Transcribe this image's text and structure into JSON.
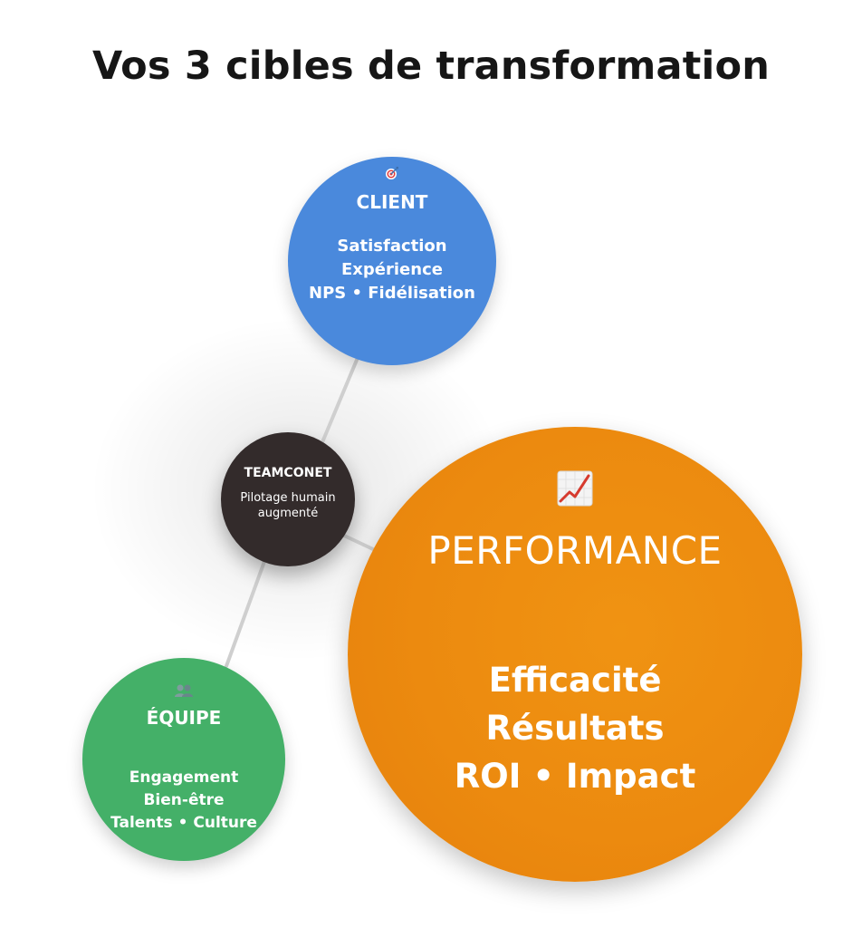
{
  "title": "Vos 3 cibles de transformation",
  "colors": {
    "client": "#4a89dc",
    "equipe": "#44b068",
    "center": "#332b2b",
    "performance": "#ec8a0f",
    "connector": "#cccccc",
    "title": "#161616"
  },
  "client": {
    "icon": "target-icon",
    "label": "CLIENT",
    "lines": [
      "Satisfaction",
      "Expérience",
      "NPS • Fidélisation"
    ]
  },
  "center": {
    "label": "TEAMCONET",
    "lines": [
      "Pilotage humain",
      "augmenté"
    ]
  },
  "performance": {
    "icon": "chart-increasing-icon",
    "label": "PERFORMANCE",
    "lines": [
      "Efficacité",
      "Résultats",
      "ROI • Impact"
    ]
  },
  "equipe": {
    "icon": "people-icon",
    "label": "ÉQUIPE",
    "lines": [
      "Engagement",
      "Bien-être",
      "Talents • Culture"
    ]
  }
}
